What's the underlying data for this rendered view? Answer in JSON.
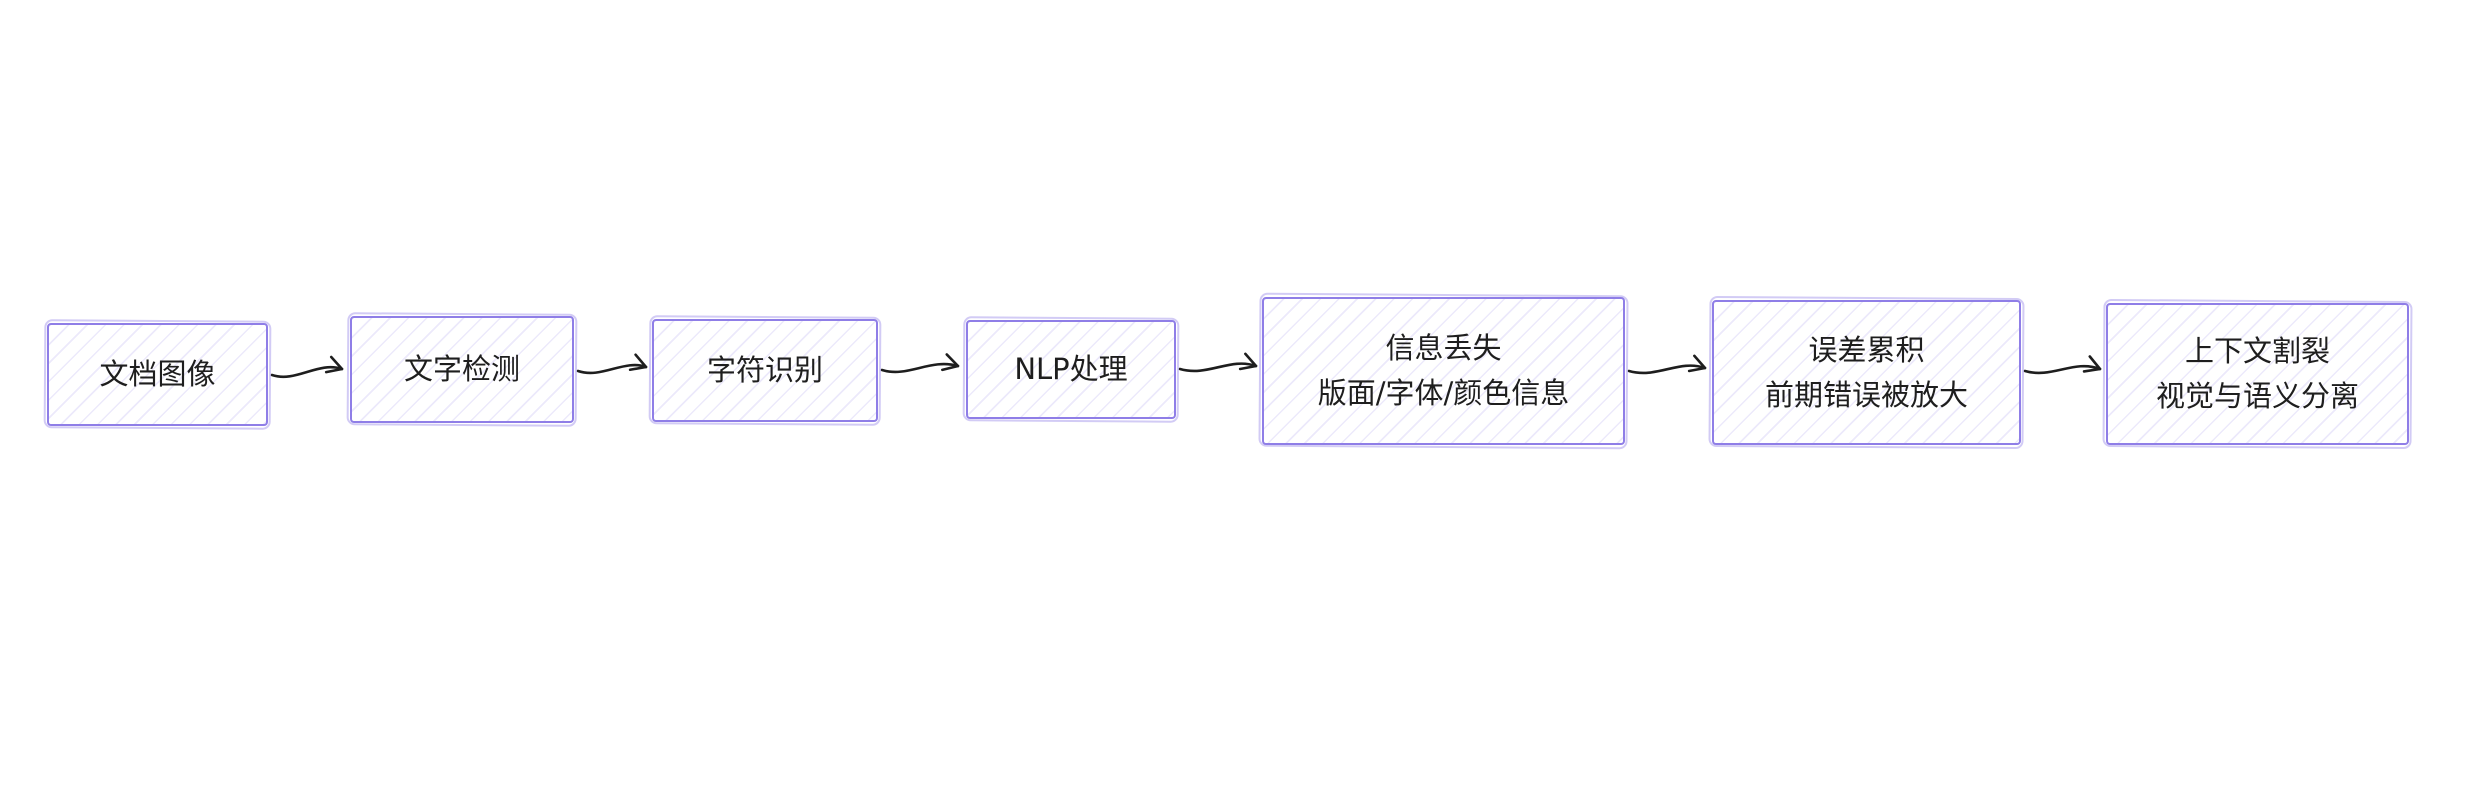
{
  "diagram": {
    "type": "flowchart",
    "colors": {
      "background": "#ffffff",
      "node_border": "#8f7ee7",
      "node_fill": "#ffffff",
      "node_hatch": "#8f7ee7",
      "arrow": "#1e1e1e",
      "text": "#1e1e1e"
    },
    "nodes": [
      {
        "id": "document-image",
        "line1": "文档图像",
        "line2": ""
      },
      {
        "id": "text-detection",
        "line1": "文字检测",
        "line2": ""
      },
      {
        "id": "character-recognition",
        "line1": "字符识别",
        "line2": ""
      },
      {
        "id": "nlp-processing",
        "line1": "NLP处理",
        "line2": ""
      },
      {
        "id": "information-loss",
        "line1": "信息丢失",
        "line2": "版面/字体/颜色信息"
      },
      {
        "id": "error-accumulation",
        "line1": "误差累积",
        "line2": "前期错误被放大"
      },
      {
        "id": "context-fragmentation",
        "line1": "上下文割裂",
        "line2": "视觉与语义分离"
      }
    ],
    "connections": [
      {
        "from": "document-image",
        "to": "text-detection"
      },
      {
        "from": "text-detection",
        "to": "character-recognition"
      },
      {
        "from": "character-recognition",
        "to": "nlp-processing"
      },
      {
        "from": "nlp-processing",
        "to": "information-loss"
      },
      {
        "from": "information-loss",
        "to": "error-accumulation"
      },
      {
        "from": "error-accumulation",
        "to": "context-fragmentation"
      }
    ]
  }
}
